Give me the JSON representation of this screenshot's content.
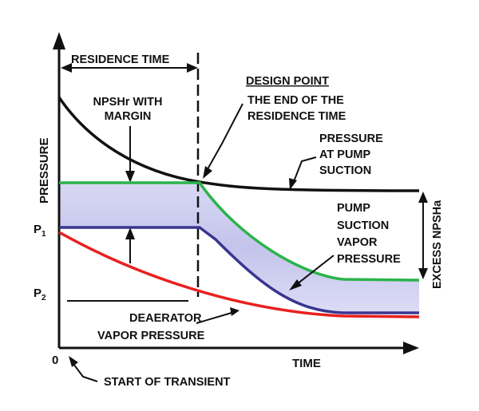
{
  "labels": {
    "residence_time": "RESIDENCE TIME",
    "npshr_line1": "NPSHr WITH",
    "npshr_line2": "MARGIN",
    "design_point_title": "DESIGN POINT",
    "design_point_line1": "THE END OF THE",
    "design_point_line2": "RESIDENCE TIME",
    "pressure_suction_line1": "PRESSURE",
    "pressure_suction_line2": "AT PUMP",
    "pressure_suction_line3": "SUCTION",
    "pump_vapor_line1": "PUMP",
    "pump_vapor_line2": "SUCTION",
    "pump_vapor_line3": "VAPOR",
    "pump_vapor_line4": "PRESSURE",
    "excess_npsha": "EXCESS NPSHa",
    "deaerator_line1": "DEAERATOR",
    "deaerator_line2": "VAPOR PRESSURE",
    "start_transient": "START OF TRANSIENT",
    "y_axis": "PRESSURE",
    "x_axis": "TIME",
    "origin": "0",
    "p1": "P",
    "p1_sub": "1",
    "p2": "P",
    "p2_sub": "2"
  },
  "colors": {
    "pressure_at_pump_suction": "#111111",
    "npshr_margin_line": "#2bb34a",
    "pump_suction_vapor_pressure": "#3a3590",
    "deaerator_vapor_pressure": "#e8201f",
    "shaded_region": "#c9c9ee"
  }
}
